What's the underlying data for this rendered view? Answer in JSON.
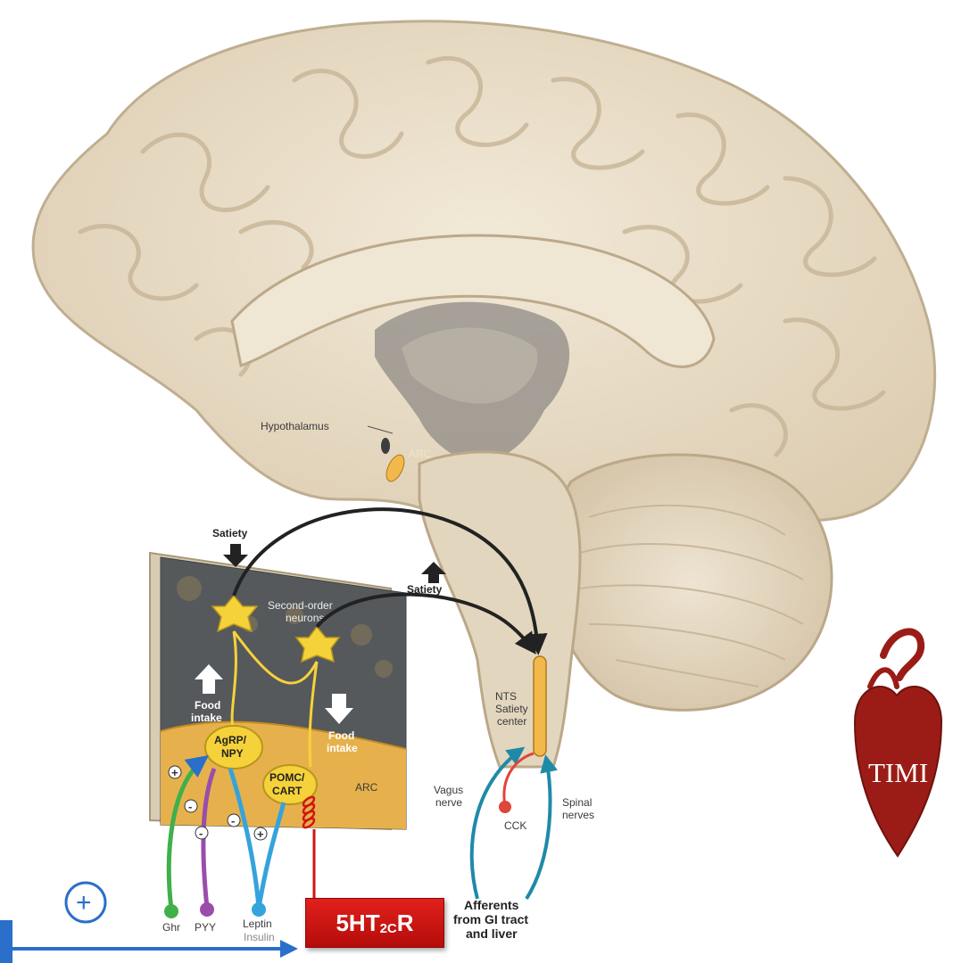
{
  "labels": {
    "hypothalamus": "Hypothalamus",
    "arc_brain": "ARC",
    "satiety_top": "Satiety",
    "satiety_mid": "Satiety",
    "second_order_1": "Second-order",
    "second_order_2": "neurons",
    "food_intake_up_1": "Food",
    "food_intake_up_2": "intake",
    "food_intake_down_1": "Food",
    "food_intake_down_2": "intake",
    "agrp_1": "AgRP/",
    "agrp_2": "NPY",
    "pomc_1": "POMC/",
    "pomc_2": "CART",
    "arc_panel": "ARC",
    "nts": "NTS",
    "satiety_center_1": "Satiety",
    "satiety_center_2": "center",
    "vagus_1": "Vagus",
    "vagus_2": "nerve",
    "spinal_1": "Spinal",
    "spinal_2": "nerves",
    "cck": "CCK",
    "afferents_1": "Afferents",
    "afferents_2": "from GI tract",
    "afferents_3": "and liver",
    "ghr": "Ghr",
    "pyy": "PYY",
    "leptin": "Leptin",
    "insulin": "Insulin",
    "plus": "+",
    "minus": "-",
    "receptor_main": "5HT",
    "receptor_sub": "2C",
    "receptor_end": "R",
    "logo": "TIMI"
  },
  "colors": {
    "brain": "#eadfca",
    "brain_shadow": "#c9b89c",
    "panel_dark": "#55595c",
    "arc_orange": "#f3b84b",
    "neuron_yellow": "#f6d23a",
    "ghr_green": "#3fb04a",
    "pyy_purple": "#9a4dab",
    "leptin_blue": "#35a3dc",
    "vagus_teal": "#1f8aa8",
    "cck_red": "#e0453a",
    "arrow_blue": "#2a6fc9",
    "receptor_red": "#d0160f",
    "logo_red": "#9b1c16"
  }
}
